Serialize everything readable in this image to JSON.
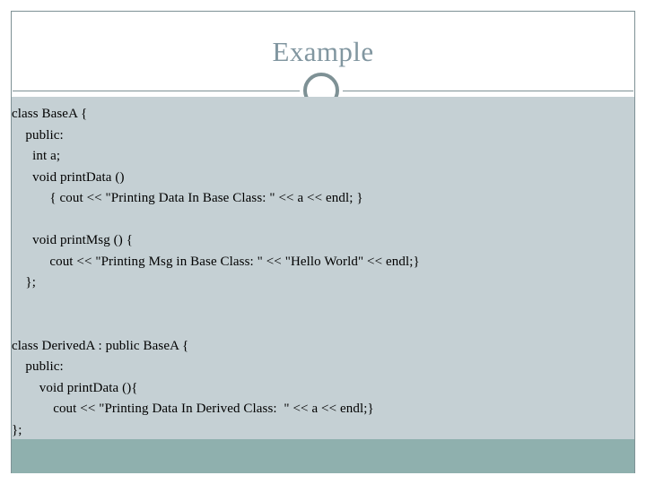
{
  "slide": {
    "title": "Example",
    "ornament_icon": "ring-ornament-icon",
    "colors": {
      "title_text": "#8196A0",
      "rule": "#7E9195",
      "code_panel_background": "#C5D0D4",
      "footer_bar": "#8FB0AE",
      "code_text": "#000000",
      "page_background": "#FFFFFF"
    }
  },
  "code": {
    "language": "C++",
    "lines": [
      "class BaseA {",
      "    public:",
      "      int a;",
      "      void printData ()",
      "           { cout << \"Printing Data In Base Class: \" << a << endl; }",
      "",
      "      void printMsg () {",
      "           cout << \"Printing Msg in Base Class: \" << \"Hello World\" << endl;}",
      "    };",
      "",
      "",
      "class DerivedA : public BaseA {",
      "    public:",
      "        void printData (){",
      "            cout << \"Printing Data In Derived Class:  \" << a << endl;}",
      "};"
    ]
  }
}
